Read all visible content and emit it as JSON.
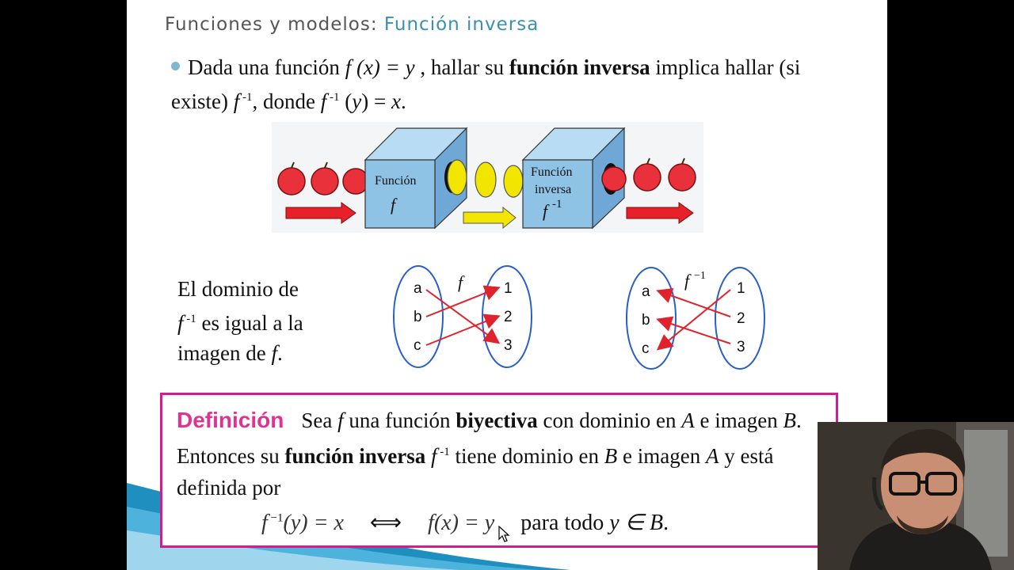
{
  "slide": {
    "title_main": "Funciones y modelos:",
    "title_accent": "Función inversa",
    "bullet": {
      "t1": "Dada una función",
      "f": "f",
      "fx": " (x) = y",
      "t2": " , hallar su ",
      "bold": "función inversa",
      "t3": " implica hallar (si existe) ",
      "finv": "f",
      "sup1": " -1",
      "t4": ", donde ",
      "finv2": "f",
      "sup2": " -1",
      "t5": " (",
      "y": "y",
      "t6": ") = ",
      "x": "x",
      "t7": "."
    },
    "diagram": {
      "box1_line1": "Función",
      "box1_line2": "f",
      "box2_line1": "Función",
      "box2_line2": "inversa",
      "box2_line3": "f",
      "box2_sup": " -1",
      "colors": {
        "apple": "#e8313a",
        "lemon": "#f2e500",
        "box": "#8ec3e6",
        "arrow_red": "#e8202a",
        "arrow_yellow": "#f2e500"
      }
    },
    "domain_text": {
      "l1": "El dominio de",
      "f": "f",
      "sup": " -1",
      "l2": " es igual a la",
      "l3": "imagen de ",
      "f2": "f",
      "l4": "."
    },
    "mapping_f": {
      "label": "f",
      "left": [
        "a",
        "b",
        "c"
      ],
      "right": [
        "1",
        "2",
        "3"
      ]
    },
    "mapping_finv": {
      "label": "f",
      "label_sup": "−1",
      "left": [
        "a",
        "b",
        "c"
      ],
      "right": [
        "1",
        "2",
        "3"
      ]
    },
    "definition": {
      "label": "Definición",
      "t1": "Sea ",
      "f": "f",
      "t2": " una función ",
      "b1": "biyectiva",
      "t3": " con dominio en ",
      "A": "A",
      "t4": " e imagen ",
      "B": "B",
      "t5": ". Entonces su ",
      "b2": "función inversa",
      "t6": " ",
      "finv": "f",
      "sup": " -1",
      "t7": " tiene dominio en ",
      "B2": "B",
      "t8": " e imagen ",
      "A2": "A",
      "t9": "  y está definida por",
      "formula_left": "f",
      "formula_sup": " −1",
      "formula_mid": "(y) = x",
      "iff": "⟺",
      "formula_right": "f(x) = y",
      "for_all": "para todo ",
      "y_in_B": "y ∈ B",
      "end": "."
    },
    "colors": {
      "accent": "#3b8fb0",
      "definition_border": "#d81b8c",
      "definition_label": "#e0338f",
      "map_ellipse": "#2a5fc9",
      "map_arrow": "#e0222c"
    }
  }
}
